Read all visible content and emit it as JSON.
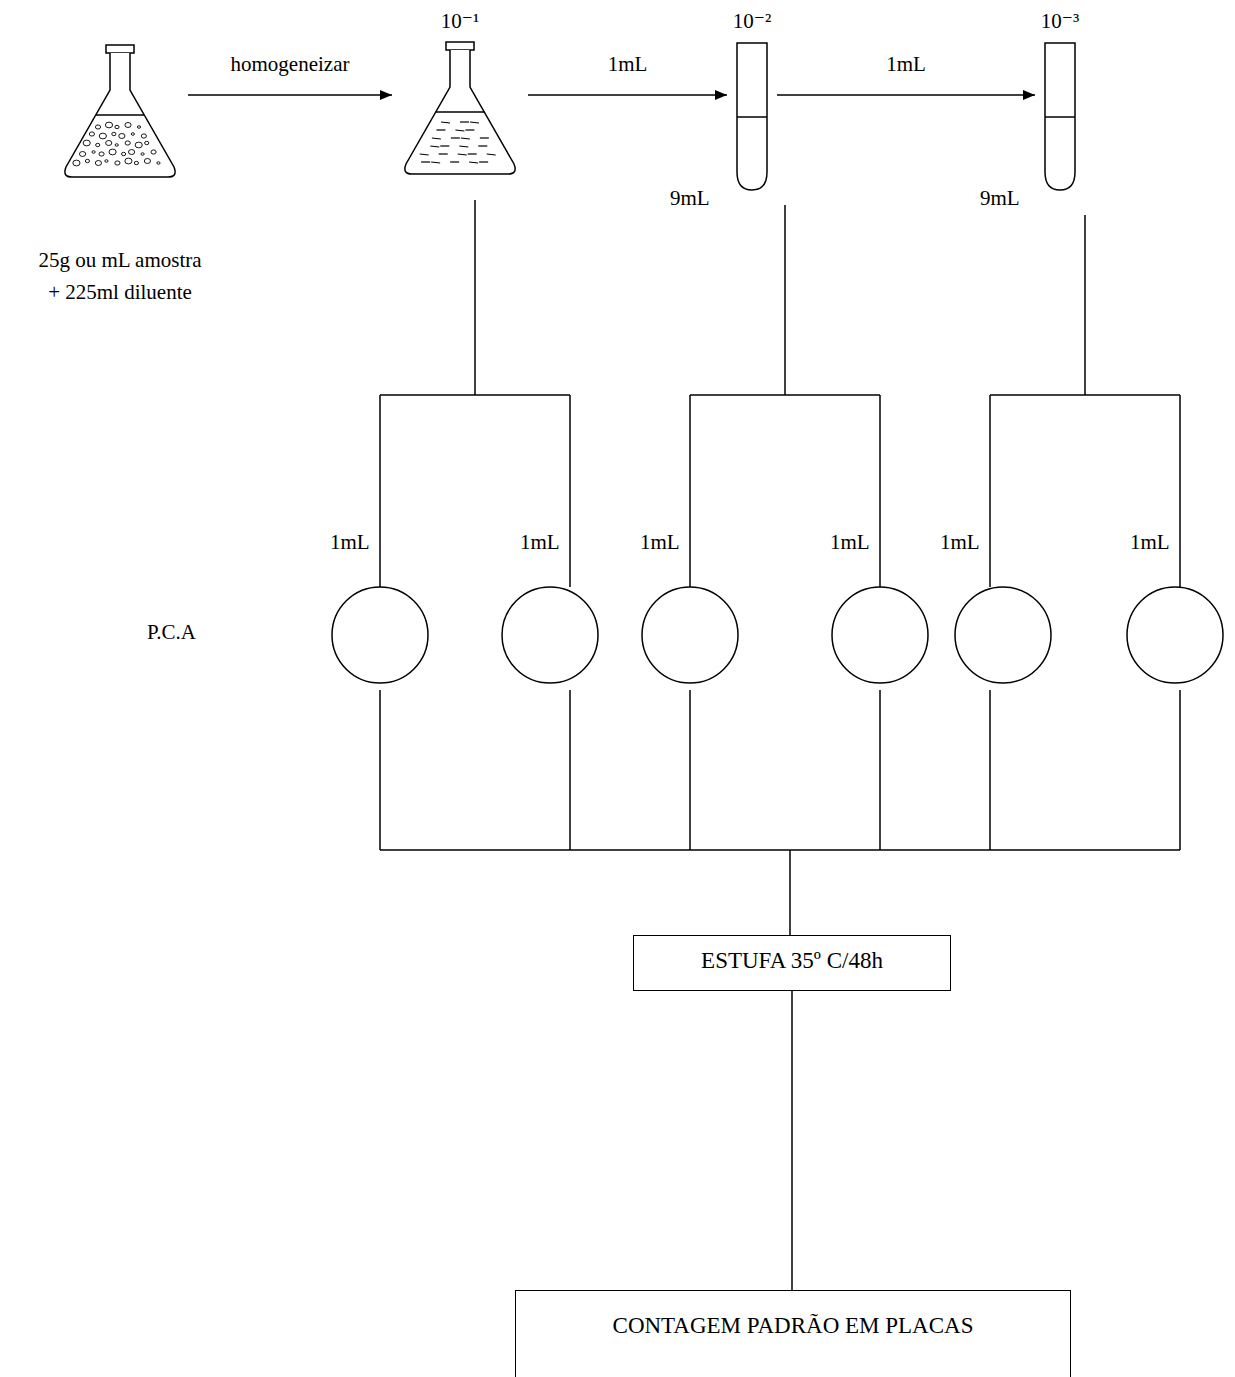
{
  "diagram": {
    "nodes": [
      {
        "text": [
          "25g ou mL amostra + 225ml diluente"
        ]
      },
      {
        "text": [
          "10⁻¹"
        ]
      },
      {
        "text": [
          "10⁻²"
        ]
      },
      {
        "text": [
          "10⁻³"
        ]
      },
      {
        "text": [
          "ESTUFA 35º C/48h"
        ]
      },
      {
        "text": [
          "CONTAGEM PADRÃO EM PLACAS"
        ]
      }
    ],
    "edges": [
      {
        "from": 0,
        "to": 1,
        "arrow": "to",
        "label": "homogeneizar"
      },
      {
        "from": 1,
        "to": 2,
        "arrow": "to",
        "label": "1mL"
      },
      {
        "from": 2,
        "to": 3,
        "arrow": "to",
        "label": "1mL"
      },
      {
        "from": 4,
        "to": 5,
        "arrow": "none"
      }
    ],
    "labels": [
      "9mL",
      "9mL",
      "1mL",
      "1mL",
      "1mL",
      "1mL",
      "1mL",
      "1mL",
      "P.C.A"
    ]
  }
}
